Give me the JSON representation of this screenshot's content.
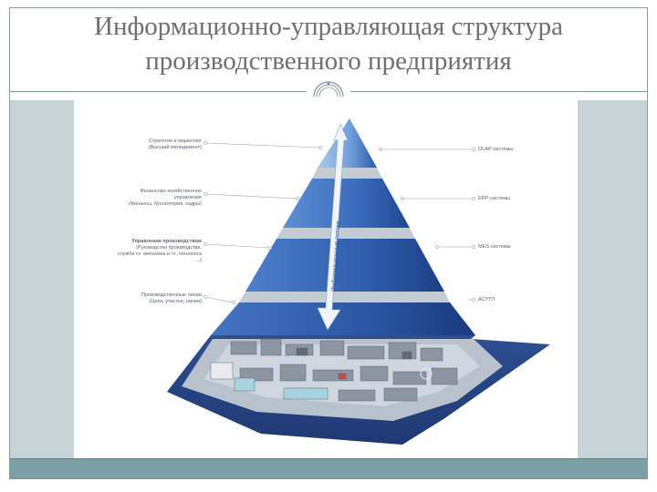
{
  "slide": {
    "title_line1": "Информационно-управляющая структура",
    "title_line2": "производственного предприятия"
  },
  "diagram": {
    "left_labels": [
      {
        "line1": "Стратегия и маркетинг",
        "line2": "(Высший менеджмент)",
        "line3": ""
      },
      {
        "line1": "Финансово-хозяйственное",
        "line2": "управление",
        "line3": "(Финансы, бухгалтерия, кадры)"
      },
      {
        "line1": "Управление производством",
        "line2": "(Руководство производства,",
        "line3": "служба гл. механика и гл. технолога ...)"
      },
      {
        "line1": "Производственные линии",
        "line2": "(Цеха, участки, линии)",
        "line3": ""
      }
    ],
    "right_labels": [
      {
        "text": "OLAP-системы"
      },
      {
        "text": "ERP-системы"
      },
      {
        "text": "MES-системы"
      },
      {
        "text": "АСУТП"
      }
    ],
    "arrow_text": "Информационные потоки",
    "colors": {
      "tier_top": "#8fb6e6",
      "tier_2": "#3d6fbd",
      "tier_3": "#2c59a6",
      "tier_4": "#2a4f94",
      "base": "#2a4a8a",
      "separator": "#b9c3cc"
    }
  }
}
